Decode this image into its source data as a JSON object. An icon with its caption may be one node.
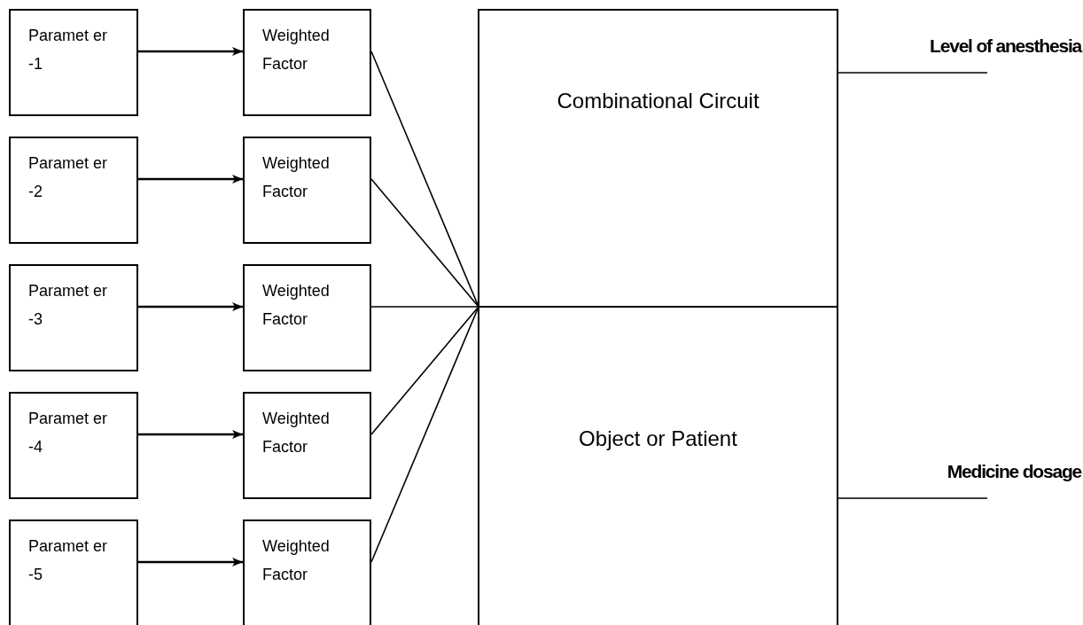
{
  "diagram": {
    "nodes": [
      {
        "text": [
          "Paramet er -1"
        ]
      },
      {
        "text": [
          "Paramet er -2"
        ]
      },
      {
        "text": [
          "Paramet er -3"
        ]
      },
      {
        "text": [
          "Paramet er -4"
        ]
      },
      {
        "text": [
          "Paramet er -5"
        ]
      },
      {
        "text": [
          "Weighted Factor"
        ]
      },
      {
        "text": [
          "Weighted Factor"
        ]
      },
      {
        "text": [
          "Weighted Factor"
        ]
      },
      {
        "text": [
          "Weighted Factor"
        ]
      },
      {
        "text": [
          "Weighted Factor"
        ]
      },
      {
        "text": [
          "Combinational Circuit"
        ]
      },
      {
        "text": [
          "Object or Patient"
        ]
      }
    ],
    "edges": [
      {
        "from": 0,
        "to": 5,
        "arrow": "to"
      },
      {
        "from": 1,
        "to": 6,
        "arrow": "to"
      },
      {
        "from": 2,
        "to": 7,
        "arrow": "to"
      },
      {
        "from": 3,
        "to": 8,
        "arrow": "to"
      },
      {
        "from": 4,
        "to": 9,
        "arrow": "to"
      },
      {
        "from": 5,
        "to": 10,
        "arrow": "none"
      },
      {
        "from": 6,
        "to": 10,
        "arrow": "none"
      },
      {
        "from": 7,
        "to": 10,
        "arrow": "none"
      },
      {
        "from": 8,
        "to": 10,
        "arrow": "none"
      },
      {
        "from": 9,
        "to": 10,
        "arrow": "none"
      },
      {
        "from": 10,
        "to": null,
        "arrow": "none",
        "label": "Level of anesthesia"
      },
      {
        "from": 11,
        "to": null,
        "arrow": "none",
        "label": "Medicine dosage"
      }
    ]
  }
}
